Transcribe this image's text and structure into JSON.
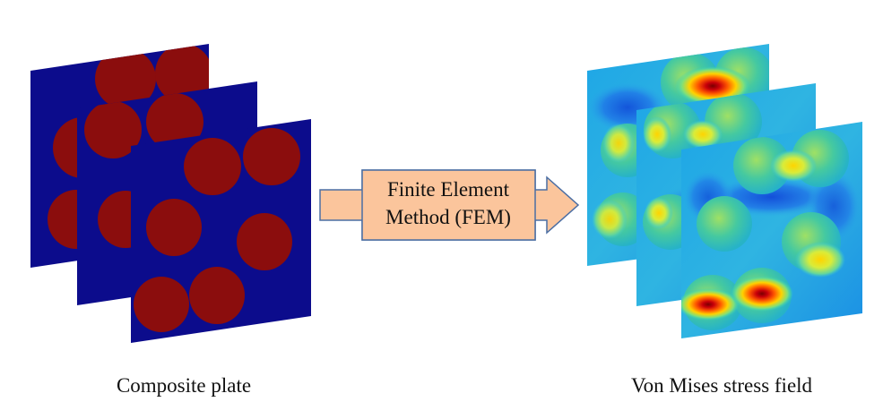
{
  "process": {
    "line1": "Finite Element",
    "line2": "Method (FEM)",
    "fill_color": "#fbc59c",
    "border_color": "#4b6ea3"
  },
  "input": {
    "caption": "Composite plate",
    "matrix_color": "#0c0c8c",
    "inclusion_color": "#8b0d0d",
    "plate_count": 3
  },
  "output": {
    "caption": "Von Mises stress field",
    "colormap": "jet",
    "plate_count": 3
  }
}
